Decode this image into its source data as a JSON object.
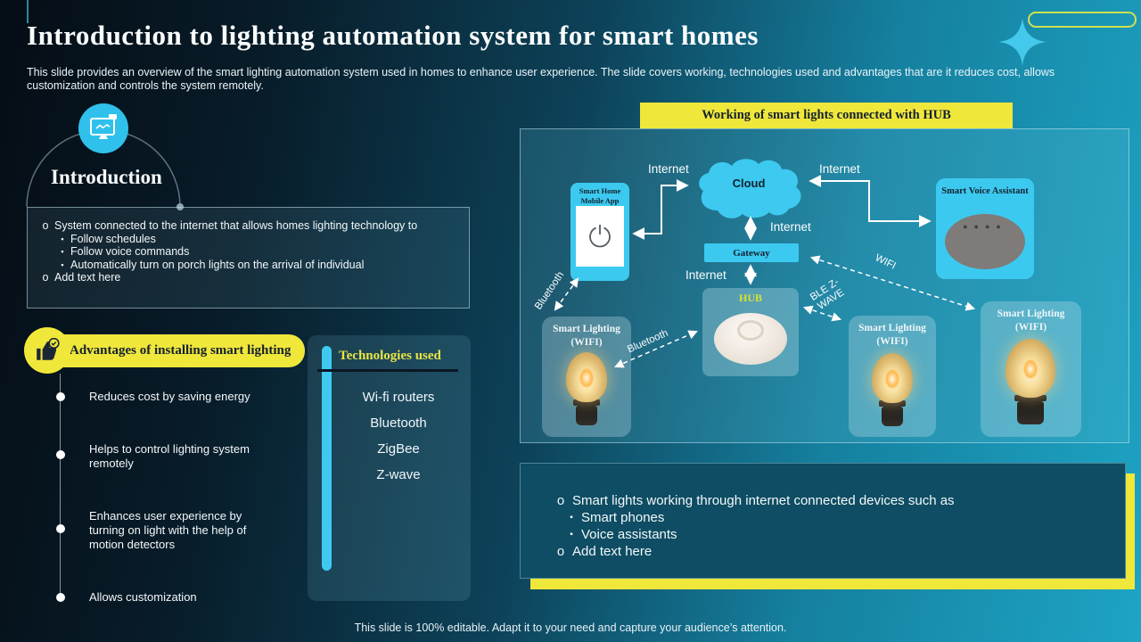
{
  "slide": {
    "title": "Introduction to lighting automation system for smart homes",
    "subtitle": "This slide provides an overview of the smart lighting automation system used in homes to enhance user experience. The slide covers working, technologies used and advantages that are it reduces cost, allows customization and controls the system remotely.",
    "footer": "This slide is 100% editable. Adapt it to your need and capture your audience’s attention."
  },
  "intro": {
    "heading": "Introduction",
    "icon": "monitor-handshake-icon",
    "bullets": [
      {
        "marker": "o",
        "text": "System connected to the internet that allows homes lighting technology to"
      },
      {
        "marker": "▪",
        "text": "Follow schedules"
      },
      {
        "marker": "▪",
        "text": "Follow voice commands"
      },
      {
        "marker": "▪",
        "text": "Automatically turn on porch lights on the arrival of individual"
      },
      {
        "marker": "o",
        "text": "Add text here"
      }
    ]
  },
  "advantages": {
    "heading": "Advantages of installing smart lighting",
    "icon": "thumbs-up-icon",
    "items": [
      "Reduces cost by saving energy",
      "Helps to control lighting system remotely",
      "Enhances user experience by turning on light with the help of motion detectors",
      "Allows customization"
    ]
  },
  "technologies": {
    "heading": "Technologies used",
    "items": [
      "Wi-fi routers",
      "Bluetooth",
      "ZigBee",
      "Z-wave"
    ]
  },
  "diagram": {
    "heading": "Working of smart lights connected with HUB",
    "nodes": {
      "mobile_app": "Smart Home Mobile App",
      "cloud": "Cloud",
      "gateway": "Gateway",
      "voice_assistant": "Smart Voice Assistant",
      "hub": "HUB",
      "light_left": "Smart Lighting (WIFI)",
      "light_mid": "Smart Lighting (WIFI)",
      "light_right": "Smart Lighting (WIFI)"
    },
    "connection_labels": {
      "internet": [
        "Internet",
        "Internet",
        "Internet",
        "Internet"
      ],
      "bluetooth_app": "Bluetooth",
      "bluetooth_hub": "Bluetooth",
      "ble_zwave": "BLE Z-WAVE",
      "wifi": "WIFI"
    }
  },
  "notes": {
    "bullets": [
      {
        "marker": "o",
        "text": "Smart lights working through internet connected devices such as"
      },
      {
        "marker": "▪",
        "text": "Smart phones"
      },
      {
        "marker": "▪",
        "text": "Voice assistants"
      },
      {
        "marker": "o",
        "text": "Add text here"
      }
    ]
  },
  "colors": {
    "accent_cyan": "#3cc9f0",
    "accent_yellow": "#f0e73b",
    "hub_label_yellow": "#d6e32f",
    "tech_heading_yellow": "#e9e547",
    "dark_text": "#14222e",
    "notes_box": "#0e4d63"
  }
}
